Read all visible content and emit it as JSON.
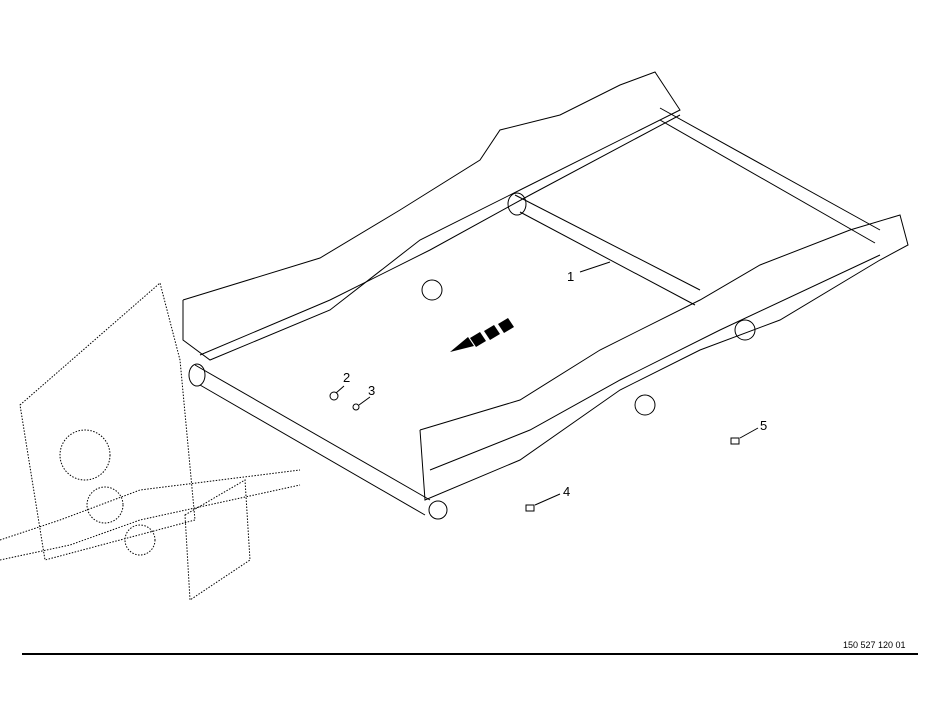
{
  "diagram": {
    "callouts": [
      "1",
      "2",
      "3",
      "4",
      "5"
    ],
    "document_number": "150 527 120 01"
  }
}
